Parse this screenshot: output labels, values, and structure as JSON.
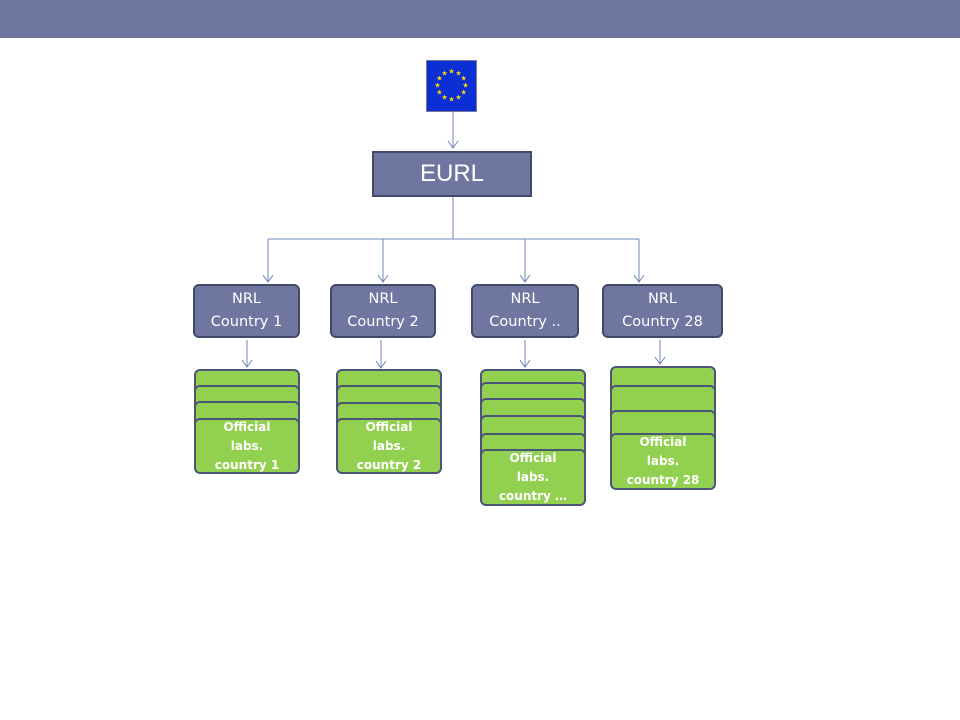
{
  "colors": {
    "header_bar": "#6f76a0",
    "node_fill": "#6f76a0",
    "node_border": "#414a6b",
    "lab_fill": "#92d050",
    "lab_border": "#4a5577",
    "connector": "#6f84b8",
    "flag_blue": "#0b2fd4",
    "flag_stars": "#ffdd00"
  },
  "flag": {
    "icon": "eu-flag-icon"
  },
  "root": {
    "label": "EURL"
  },
  "nrl": [
    {
      "line1": "NRL",
      "line2": "Country 1"
    },
    {
      "line1": "NRL",
      "line2": "Country 2"
    },
    {
      "line1": "NRL",
      "line2": "Country .."
    },
    {
      "line1": "NRL",
      "line2": "Country 28"
    }
  ],
  "labs": [
    {
      "line1": "Official",
      "line2": "labs.",
      "line3": "country 1"
    },
    {
      "line1": "Official",
      "line2": "labs.",
      "line3": "country 2"
    },
    {
      "line1": "Official",
      "line2": "labs.",
      "line3": "country …"
    },
    {
      "line1": "Official",
      "line2": "labs.",
      "line3": "country 28"
    }
  ]
}
